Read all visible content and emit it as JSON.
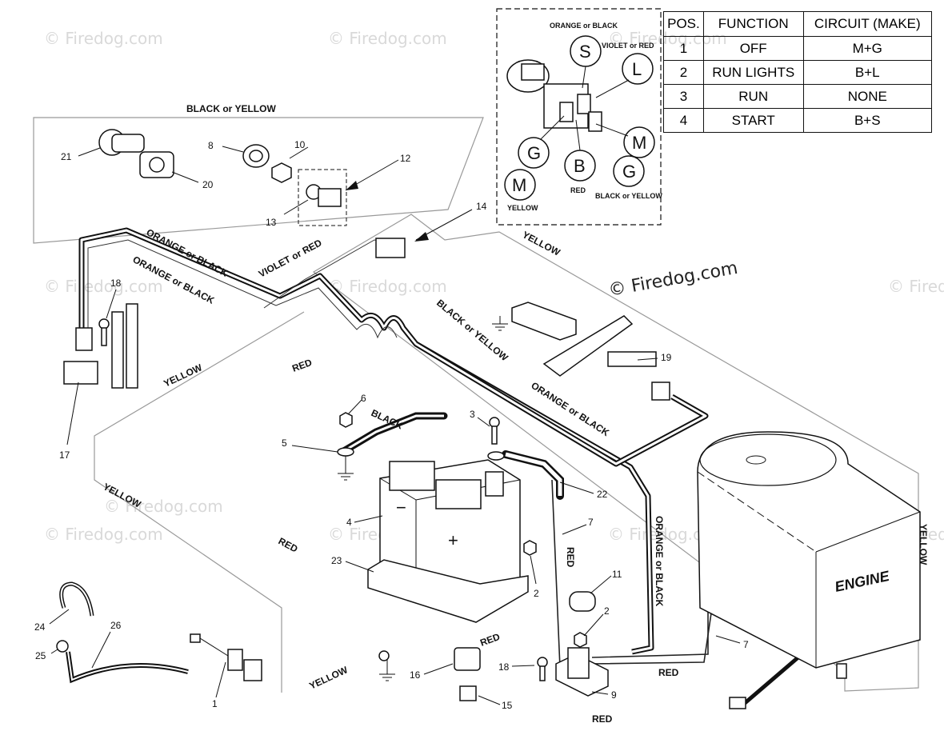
{
  "watermarks": [
    "© Firedog.com",
    "© Firedog.com",
    "© Firedog.com",
    "© Firedog.com",
    "© Firedog.com",
    "© Firedog.com",
    "© Firedog.com",
    "© Firedog.com",
    "© Firedog.com",
    "© Firedog.com",
    "© Firedog.com"
  ],
  "copyright": "© Firedog.com",
  "legend": {
    "headers": [
      "POS.",
      "FUNCTION",
      "CIRCUIT  (MAKE)"
    ],
    "rows": [
      [
        "1",
        "OFF",
        "M+G"
      ],
      [
        "2",
        "RUN LIGHTS",
        "B+L"
      ],
      [
        "3",
        "RUN",
        "NONE"
      ],
      [
        "4",
        "START",
        "B+S"
      ]
    ]
  },
  "switch_detail": {
    "terminals": [
      "S",
      "L",
      "M",
      "G",
      "B",
      "G",
      "M"
    ],
    "wire_labels": [
      "ORANGE or BLACK",
      "VIOLET or RED",
      "RED",
      "BLACK or YELLOW",
      "YELLOW"
    ]
  },
  "wire_labels": [
    "BLACK or YELLOW",
    "ORANGE or BLACK",
    "ORANGE or BLACK",
    "VIOLET or RED",
    "YELLOW",
    "BLACK or YELLOW",
    "RED",
    "YELLOW",
    "ORANGE or BLACK",
    "BLACK",
    "YELLOW",
    "RED",
    "RED",
    "ORANGE or BLACK",
    "RED",
    "RED",
    "YELLOW",
    "RED",
    "YELLOW"
  ],
  "engine_label": "ENGINE",
  "battery_minus": "−",
  "battery_plus": "+",
  "callouts": [
    "21",
    "20",
    "8",
    "10",
    "12",
    "13",
    "14",
    "18",
    "17",
    "6",
    "5",
    "3",
    "4",
    "22",
    "23",
    "2",
    "7",
    "11",
    "2",
    "24",
    "25",
    "26",
    "1",
    "16",
    "15",
    "18",
    "9",
    "7",
    "19"
  ]
}
